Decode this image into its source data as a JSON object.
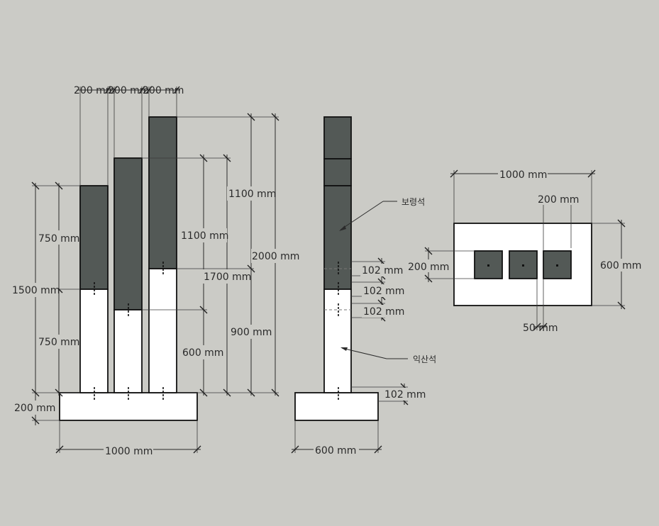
{
  "front_view": {
    "labels": {
      "w1": "200 mm",
      "w2": "200 mm",
      "w3": "200 mm",
      "h_top_1": "750 mm",
      "h_total_1": "1500 mm",
      "h_bottom_1": "750 mm",
      "h_base": "200 mm",
      "h_top_2": "1100 mm",
      "h_total_2": "1700 mm",
      "h_bottom_2": "600 mm",
      "h_top_3": "1100 mm",
      "h_total_3": "2000 mm",
      "h_bottom_3": "900 mm",
      "base_width": "1000 mm"
    }
  },
  "side_view": {
    "labels": {
      "j1": "102 mm",
      "j2": "102 mm",
      "j3": "102 mm",
      "j4": "102 mm",
      "base_width": "600 mm"
    },
    "callouts": {
      "dark_stone": "보령석",
      "light_stone": "익산석"
    }
  },
  "plan_view": {
    "labels": {
      "width": "1000 mm",
      "depth": "600 mm",
      "post_width": "200 mm",
      "post_depth": "200 mm",
      "gap": "50 mm"
    }
  },
  "colors": {
    "background": "#cbcbc6",
    "dark_stone": "#535956",
    "light_stone": "#ffffff"
  }
}
